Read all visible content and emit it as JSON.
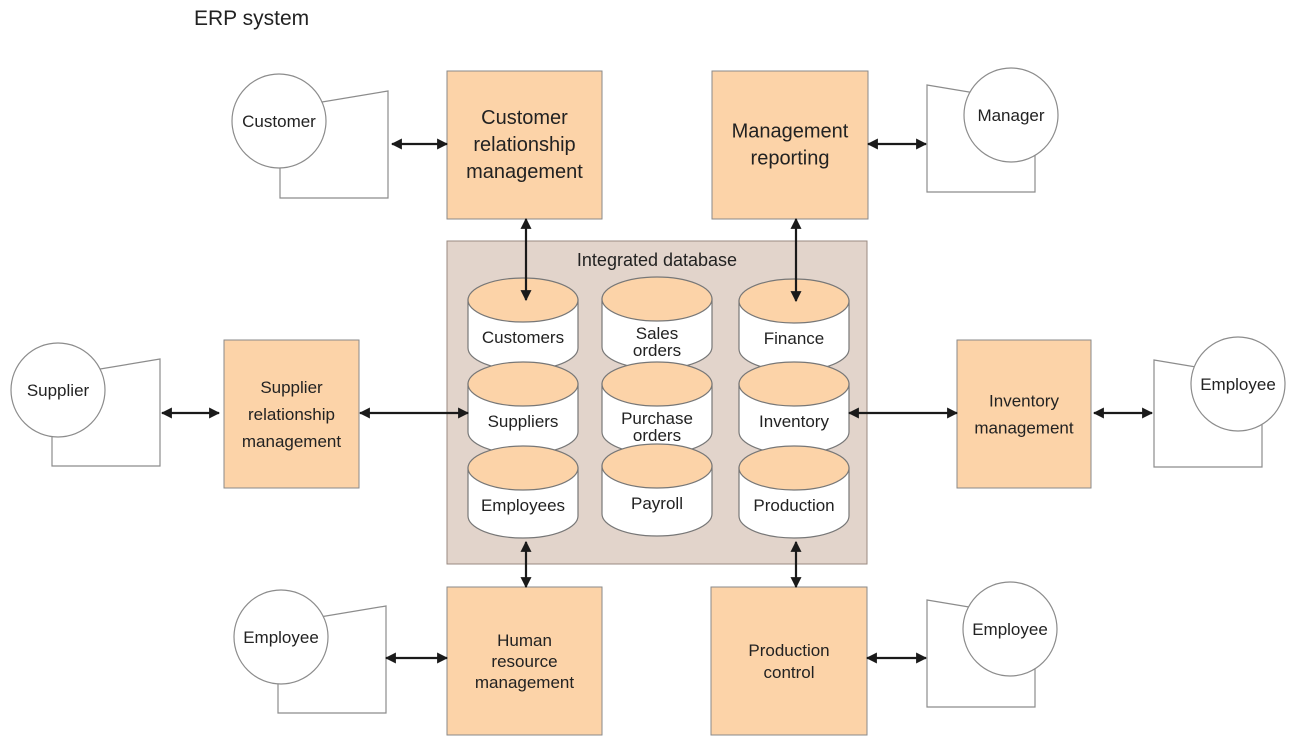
{
  "title": "ERP system",
  "colors": {
    "module_fill": "#fcd3a8",
    "database_fill": "#e2d4cb",
    "cylinder_top": "#fcd3a8",
    "cylinder_top_highlight": "#fcd3a8"
  },
  "database": {
    "label": "Integrated database",
    "tables": [
      {
        "id": "customers",
        "label": "Customers"
      },
      {
        "id": "sales-orders",
        "label": [
          "Sales",
          "orders"
        ]
      },
      {
        "id": "finance",
        "label": "Finance"
      },
      {
        "id": "suppliers",
        "label": "Suppliers"
      },
      {
        "id": "purchase-orders",
        "label": [
          "Purchase",
          "orders"
        ]
      },
      {
        "id": "inventory",
        "label": "Inventory"
      },
      {
        "id": "employees",
        "label": "Employees"
      },
      {
        "id": "payroll",
        "label": "Payroll"
      },
      {
        "id": "production",
        "label": "Production"
      }
    ]
  },
  "modules": [
    {
      "id": "crm",
      "label": [
        "Customer",
        "relationship",
        "management"
      ]
    },
    {
      "id": "management-reporting",
      "label": [
        "Management",
        "reporting"
      ]
    },
    {
      "id": "srm",
      "label": [
        "Supplier",
        "relationship",
        "management"
      ]
    },
    {
      "id": "inventory-management",
      "label": [
        "Inventory",
        "management"
      ]
    },
    {
      "id": "hrm",
      "label": [
        "Human",
        "resource",
        "management"
      ]
    },
    {
      "id": "production-control",
      "label": [
        "Production",
        "control"
      ]
    }
  ],
  "actors": [
    {
      "id": "customer",
      "label": "Customer"
    },
    {
      "id": "manager",
      "label": "Manager"
    },
    {
      "id": "supplier",
      "label": "Supplier"
    },
    {
      "id": "employee-inventory",
      "label": "Employee"
    },
    {
      "id": "employee-hr",
      "label": "Employee"
    },
    {
      "id": "employee-production",
      "label": "Employee"
    }
  ]
}
